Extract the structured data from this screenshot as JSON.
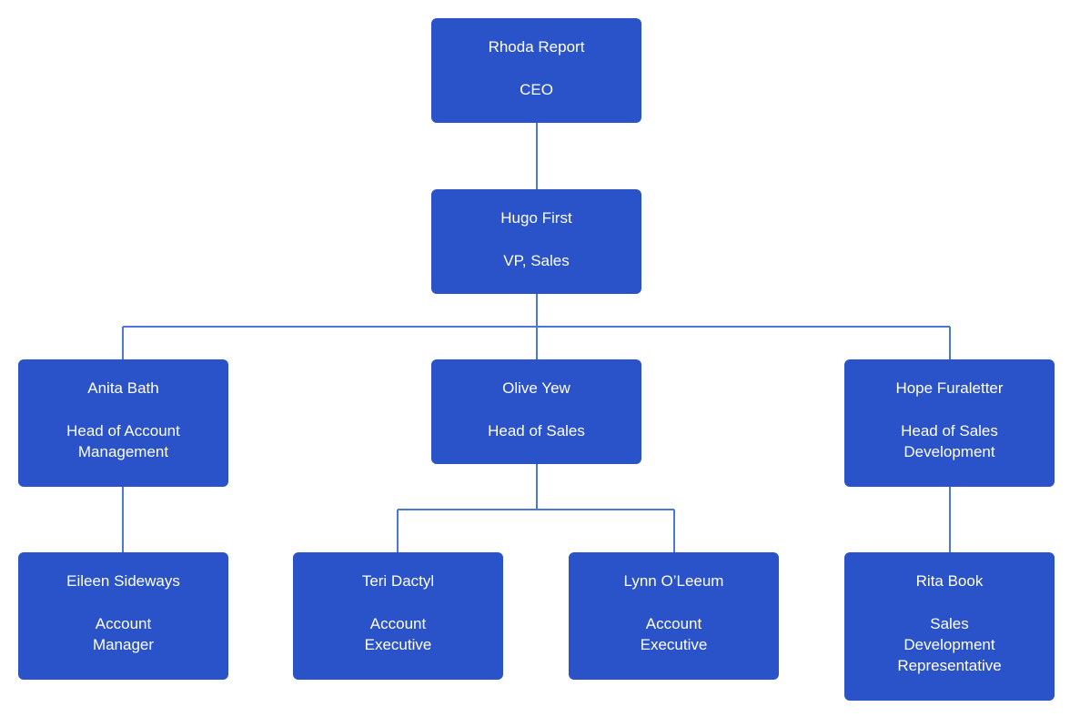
{
  "colors": {
    "box_fill": "#2a52c9",
    "box_text": "#ffffff",
    "connector": "#4a78d8",
    "background": "#ffffff"
  },
  "nodes": {
    "ceo": {
      "name": "Rhoda Report",
      "role": "CEO"
    },
    "vp_sales": {
      "name": "Hugo First",
      "role": "VP, Sales"
    },
    "head_account_mgmt": {
      "name": "Anita Bath",
      "role": "Head of Account Management"
    },
    "head_sales": {
      "name": "Olive Yew",
      "role": "Head of Sales"
    },
    "head_sales_dev": {
      "name": "Hope Furaletter",
      "role": "Head of Sales Development"
    },
    "account_manager": {
      "name": "Eileen Sideways",
      "role": "Account Manager"
    },
    "account_exec_1": {
      "name": "Teri Dactyl",
      "role": "Account Executive"
    },
    "account_exec_2": {
      "name": "Lynn O’Leeum",
      "role": "Account Executive"
    },
    "sales_dev_rep": {
      "name": "Rita Book",
      "role": "Sales Development Representative"
    }
  }
}
